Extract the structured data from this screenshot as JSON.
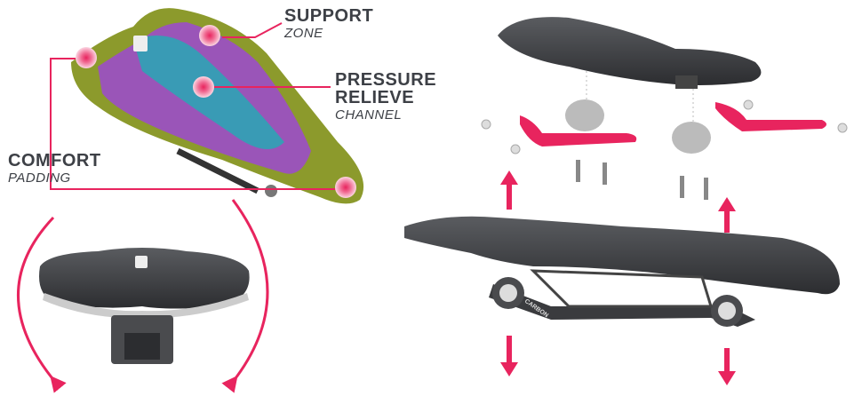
{
  "callouts": {
    "support": {
      "title": "SUPPORT",
      "subtitle": "ZONE"
    },
    "pressure": {
      "title_line1": "PRESSURE",
      "title_line2": "RELIEVE",
      "subtitle": "CHANNEL"
    },
    "comfort": {
      "title": "COMFORT",
      "subtitle": "PADDING"
    }
  },
  "rail_label": "CARBON",
  "colors": {
    "accent": "#e8245e",
    "text": "#3d4046",
    "saddle_dark": "#3a3b3e",
    "purple": "#9a55b8",
    "teal": "#2fa3b5",
    "olive": "#8c9a2c"
  }
}
